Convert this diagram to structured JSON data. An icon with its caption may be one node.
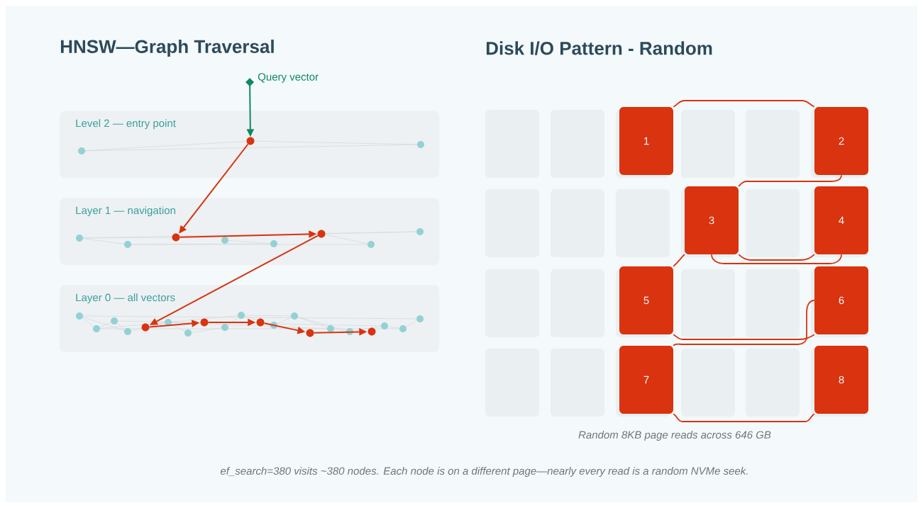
{
  "diagram": {
    "caption": "ef_search=380 visits ~380 nodes. Each node is on a different page—nearly every read is a random NVMe seek.",
    "nodes": [
      {
        "text": [
          "Query vector"
        ]
      },
      {
        "text": [
          "Level 2 — entry point"
        ]
      },
      {
        "text": [],
        "shape": "circle",
        "in": 1
      },
      {
        "text": [
          "Layer 1 — navigation"
        ]
      },
      {
        "text": [],
        "shape": "circle",
        "in": 3
      },
      {
        "text": [],
        "shape": "circle",
        "in": 3
      },
      {
        "text": [
          "Layer 0 — all vectors"
        ]
      },
      {
        "text": [],
        "shape": "circle",
        "in": 6
      },
      {
        "text": [],
        "shape": "circle",
        "in": 6
      },
      {
        "text": [],
        "shape": "circle",
        "in": 6
      },
      {
        "text": [],
        "shape": "circle",
        "in": 6
      },
      {
        "text": [],
        "shape": "circle",
        "in": 6
      },
      {
        "text": [],
        "shape": "box"
      },
      {
        "text": [],
        "shape": "box"
      },
      {
        "text": [
          "1"
        ]
      },
      {
        "text": [],
        "shape": "box"
      },
      {
        "text": [],
        "shape": "box"
      },
      {
        "text": [
          "2"
        ]
      },
      {
        "text": [],
        "shape": "box"
      },
      {
        "text": [],
        "shape": "box"
      },
      {
        "text": [],
        "shape": "box"
      },
      {
        "text": [
          "3"
        ]
      },
      {
        "text": [],
        "shape": "box"
      },
      {
        "text": [
          "4"
        ]
      },
      {
        "text": [],
        "shape": "box"
      },
      {
        "text": [],
        "shape": "box"
      },
      {
        "text": [
          "5"
        ]
      },
      {
        "text": [],
        "shape": "box"
      },
      {
        "text": [],
        "shape": "box"
      },
      {
        "text": [
          "6"
        ]
      },
      {
        "text": [],
        "shape": "box"
      },
      {
        "text": [],
        "shape": "box"
      },
      {
        "text": [
          "7"
        ]
      },
      {
        "text": [],
        "shape": "box"
      },
      {
        "text": [],
        "shape": "box"
      },
      {
        "text": [
          "8"
        ]
      }
    ],
    "edges": [
      {
        "from": 0,
        "to": 2,
        "arrow": "to",
        "color": "#0e8a5f"
      },
      {
        "from": 2,
        "to": 4,
        "arrow": "to"
      },
      {
        "from": 4,
        "to": 5,
        "arrow": "to"
      },
      {
        "from": 5,
        "to": 7,
        "arrow": "to"
      },
      {
        "from": 7,
        "to": 8,
        "arrow": "to"
      },
      {
        "from": 8,
        "to": 9,
        "arrow": "to"
      },
      {
        "from": 9,
        "to": 10,
        "arrow": "to"
      },
      {
        "from": 10,
        "to": 11,
        "arrow": "to"
      },
      {
        "from": 14,
        "to": 17,
        "arrow": "none"
      },
      {
        "from": 17,
        "to": 21,
        "arrow": "none"
      },
      {
        "from": 21,
        "to": 23,
        "arrow": "none"
      },
      {
        "from": 23,
        "to": 21,
        "arrow": "none"
      },
      {
        "from": 21,
        "to": 26,
        "arrow": "none"
      },
      {
        "from": 26,
        "to": 29,
        "arrow": "none"
      },
      {
        "from": 29,
        "to": 32,
        "arrow": "none"
      },
      {
        "from": 32,
        "to": 35,
        "arrow": "none"
      }
    ],
    "labels": [
      "HNSW—Graph Traversal",
      "Disk I/O Pattern - Random",
      "Random 8KB page reads across 646 GB"
    ]
  }
}
